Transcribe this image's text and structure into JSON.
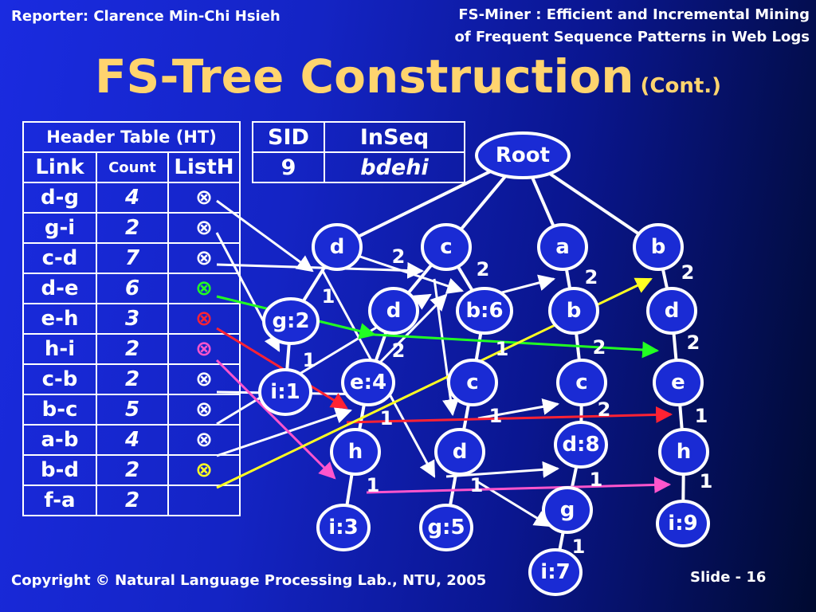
{
  "header": {
    "reporter": "Reporter: Clarence Min-Chi Hsieh",
    "paper_line1": "FS-Miner : Efficient and Incremental Mining",
    "paper_line2": "of Frequent Sequence Patterns in Web Logs"
  },
  "title": {
    "main": "FS-Tree Construction",
    "suffix": "(Cont.)"
  },
  "header_table": {
    "caption": "Header Table (HT)",
    "columns": [
      "Link",
      "Count",
      "ListH"
    ],
    "rows": [
      {
        "link": "d-g",
        "count": "4",
        "pointer": "⊗",
        "color": "#ffffff"
      },
      {
        "link": "g-i",
        "count": "2",
        "pointer": "⊗",
        "color": "#ffffff"
      },
      {
        "link": "c-d",
        "count": "7",
        "pointer": "⊗",
        "color": "#ffffff"
      },
      {
        "link": "d-e",
        "count": "6",
        "pointer": "⊗",
        "color": "#22ff22"
      },
      {
        "link": "e-h",
        "count": "3",
        "pointer": "⊗",
        "color": "#ff2233"
      },
      {
        "link": "h-i",
        "count": "2",
        "pointer": "⊗",
        "color": "#ff55cc"
      },
      {
        "link": "c-b",
        "count": "2",
        "pointer": "⊗",
        "color": "#ffffff"
      },
      {
        "link": "b-c",
        "count": "5",
        "pointer": "⊗",
        "color": "#ffffff"
      },
      {
        "link": "a-b",
        "count": "4",
        "pointer": "⊗",
        "color": "#ffffff"
      },
      {
        "link": "b-d",
        "count": "2",
        "pointer": "⊗",
        "color": "#ffff22"
      },
      {
        "link": "f-a",
        "count": "2",
        "pointer": "",
        "color": "#ffffff"
      }
    ]
  },
  "sequence_table": {
    "columns": [
      "SID",
      "InSeq"
    ],
    "row": {
      "sid": "9",
      "inseq": "bdehi"
    }
  },
  "tree": {
    "nodes": [
      {
        "id": "root",
        "label": "Root"
      },
      {
        "id": "d1",
        "label": "d"
      },
      {
        "id": "c1",
        "label": "c"
      },
      {
        "id": "a1",
        "label": "a"
      },
      {
        "id": "b1",
        "label": "b"
      },
      {
        "id": "g2",
        "label": "g:2"
      },
      {
        "id": "d2",
        "label": "d"
      },
      {
        "id": "b6",
        "label": "b:6"
      },
      {
        "id": "b2",
        "label": "b"
      },
      {
        "id": "d3",
        "label": "d"
      },
      {
        "id": "i1",
        "label": "i:1"
      },
      {
        "id": "e4",
        "label": "e:4"
      },
      {
        "id": "c2",
        "label": "c"
      },
      {
        "id": "c3",
        "label": "c"
      },
      {
        "id": "e2",
        "label": "e"
      },
      {
        "id": "h1",
        "label": "h"
      },
      {
        "id": "d4",
        "label": "d"
      },
      {
        "id": "d8",
        "label": "d:8"
      },
      {
        "id": "h2",
        "label": "h"
      },
      {
        "id": "i3",
        "label": "i:3"
      },
      {
        "id": "g5",
        "label": "g:5"
      },
      {
        "id": "g1",
        "label": "g"
      },
      {
        "id": "i9",
        "label": "i:9"
      },
      {
        "id": "i7",
        "label": "i:7"
      }
    ],
    "edge_counts": [
      "2",
      "2",
      "2",
      "2",
      "1",
      "2",
      "1",
      "2",
      "2",
      "1",
      "1",
      "1",
      "2",
      "1",
      "1",
      "1",
      "1",
      "1",
      "1"
    ]
  },
  "footer": {
    "copyright": "Copyright © Natural Language Processing Lab., NTU,  2005",
    "slide": "Slide - 16"
  }
}
